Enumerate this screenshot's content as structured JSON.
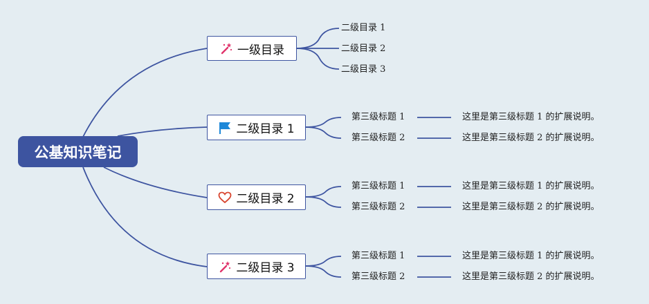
{
  "root": {
    "label": "公基知识笔记"
  },
  "branches": [
    {
      "label": "一级目录",
      "icon": "sparkle-wand-icon",
      "children": [
        {
          "label": "二级目录 1"
        },
        {
          "label": "二级目录 2"
        },
        {
          "label": "二级目录 3"
        }
      ]
    },
    {
      "label": "二级目录 1",
      "icon": "blue-flag-icon",
      "children": [
        {
          "label": "第三级标题 1",
          "note": "这里是第三级标题 1 的扩展说明。"
        },
        {
          "label": "第三级标题 2",
          "note": "这里是第三级标题 2 的扩展说明。"
        }
      ]
    },
    {
      "label": "二级目录 2",
      "icon": "heart-icon",
      "children": [
        {
          "label": "第三级标题 1",
          "note": "这里是第三级标题 1 的扩展说明。"
        },
        {
          "label": "第三级标题 2",
          "note": "这里是第三级标题 2 的扩展说明。"
        }
      ]
    },
    {
      "label": "二级目录 3",
      "icon": "sparkle-wand-icon",
      "children": [
        {
          "label": "第三级标题 1",
          "note": "这里是第三级标题 1 的扩展说明。"
        },
        {
          "label": "第三级标题 2",
          "note": "这里是第三级标题 2 的扩展说明。"
        }
      ]
    }
  ],
  "colors": {
    "line": "#3d54a0",
    "root_fill": "#3d54a0",
    "background": "#e4edf2"
  }
}
